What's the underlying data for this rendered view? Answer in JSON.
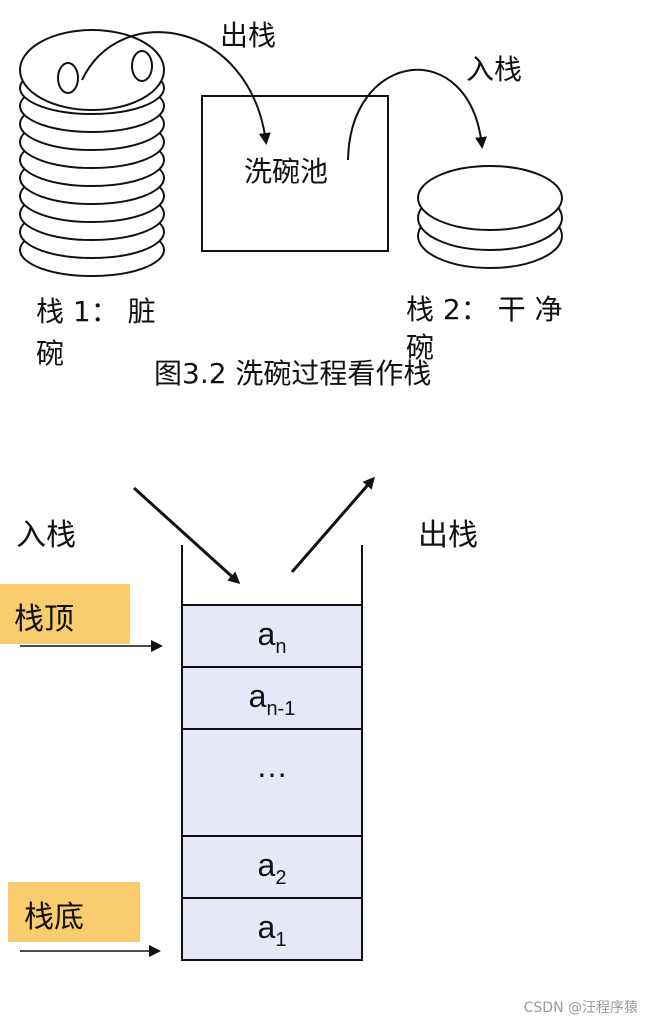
{
  "top_figure": {
    "pop_label": "出栈",
    "push_label": "入栈",
    "sink_label": "洗碗池",
    "stack1_label": "栈 1： 脏",
    "stack1_label_cont": "碗",
    "stack2_label": "栈 2： 干 净",
    "stack2_label_cont": "碗",
    "caption": "图3.2 洗碗过程看作栈"
  },
  "bottom_figure": {
    "push_label": "入栈",
    "pop_label": "出栈",
    "top_tag": "栈顶",
    "bottom_tag": "栈底",
    "cells": [
      {
        "base": "a",
        "sub": "n"
      },
      {
        "base": "a",
        "sub": "n-1"
      },
      {
        "base": "…",
        "sub": ""
      },
      {
        "base": "a",
        "sub": "2"
      },
      {
        "base": "a",
        "sub": "1"
      }
    ]
  },
  "watermark": "CSDN @汪程序猿",
  "colors": {
    "cell_fill": "#e6e8f7",
    "tag_fill": "#f9cd6e",
    "stroke": "#111111"
  }
}
